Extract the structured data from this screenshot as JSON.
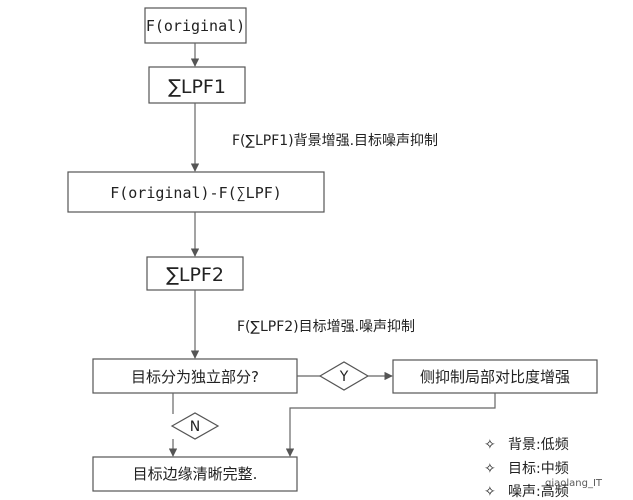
{
  "nodes": {
    "original": "F(original)",
    "lpf1": "∑LPF1",
    "subtract": "F(original)-F(∑LPF)",
    "lpf2": "∑LPF2",
    "decision": "目标分为独立部分?",
    "lateral": "侧抑制局部对比度增强",
    "edge": "目标边缘清晰完整.",
    "yes": "Y",
    "no": "N"
  },
  "annotations": {
    "lpf1_note": "F(∑LPF1)背景增强.目标噪声抑制",
    "lpf2_note": "F(∑LPF2)目标增强.噪声抑制"
  },
  "legend": [
    {
      "symbol": "✧",
      "text": "背景:低频"
    },
    {
      "symbol": "✧",
      "text": "目标:中频"
    },
    {
      "symbol": "✧",
      "text": "噪声:高频"
    }
  ],
  "watermark": "qiaolang_IT"
}
